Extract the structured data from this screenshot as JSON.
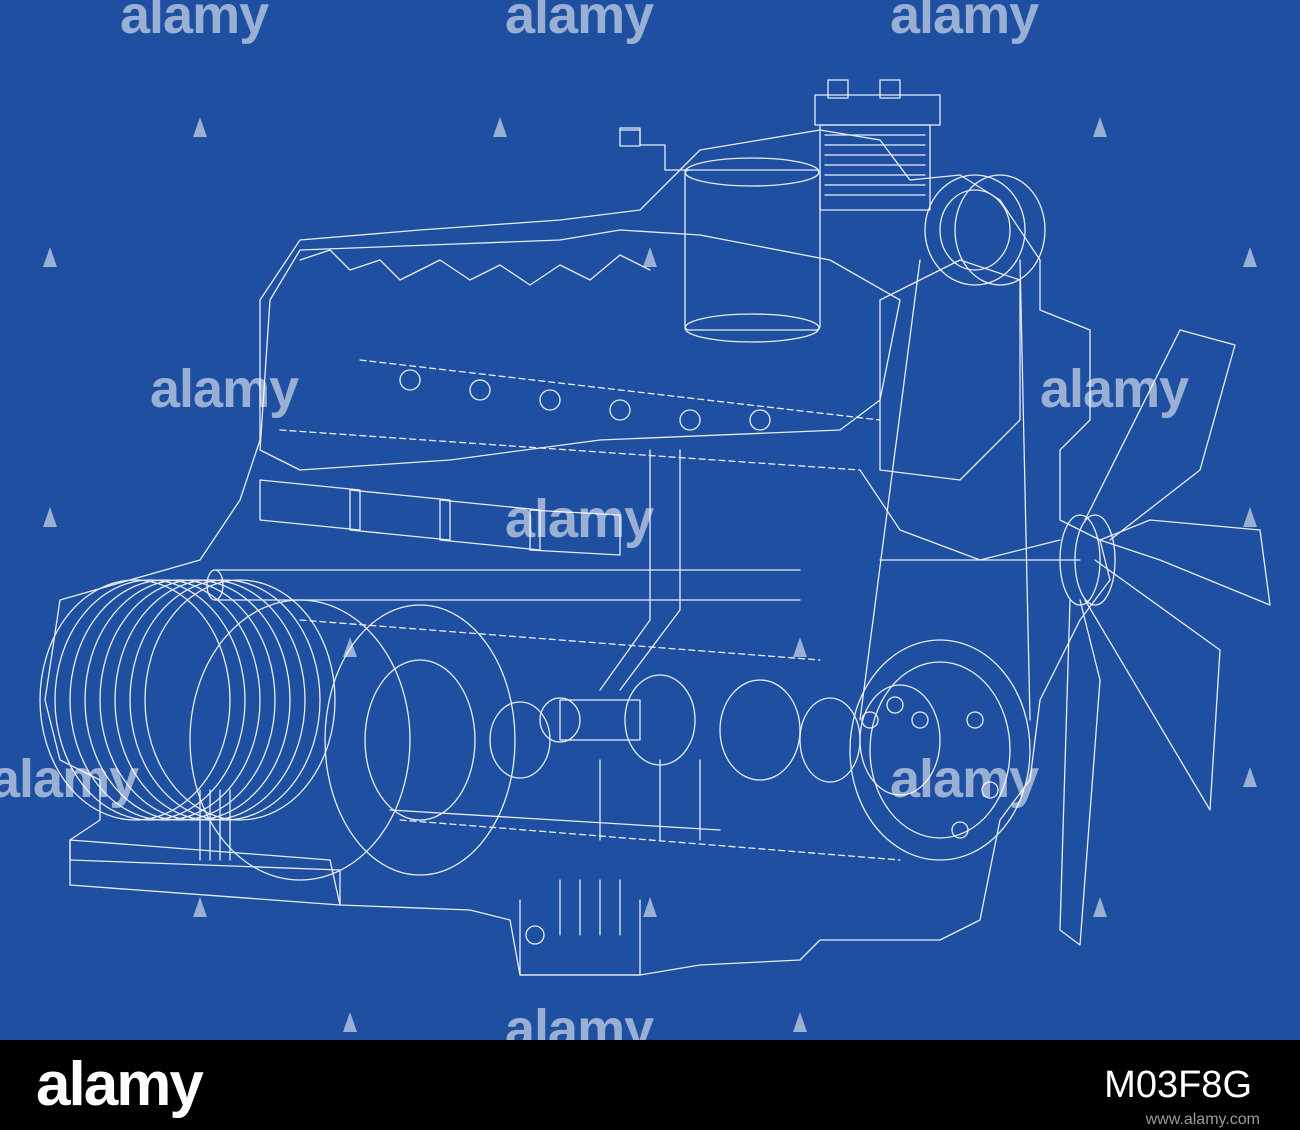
{
  "watermark": {
    "brand": "alamy"
  },
  "footer": {
    "logo_text": "alamy",
    "image_id": "M03F8G",
    "site": "www.alamy.com"
  },
  "colors": {
    "background": "#1e4fa0",
    "lines": "#ffffff",
    "footer": "#000000"
  }
}
